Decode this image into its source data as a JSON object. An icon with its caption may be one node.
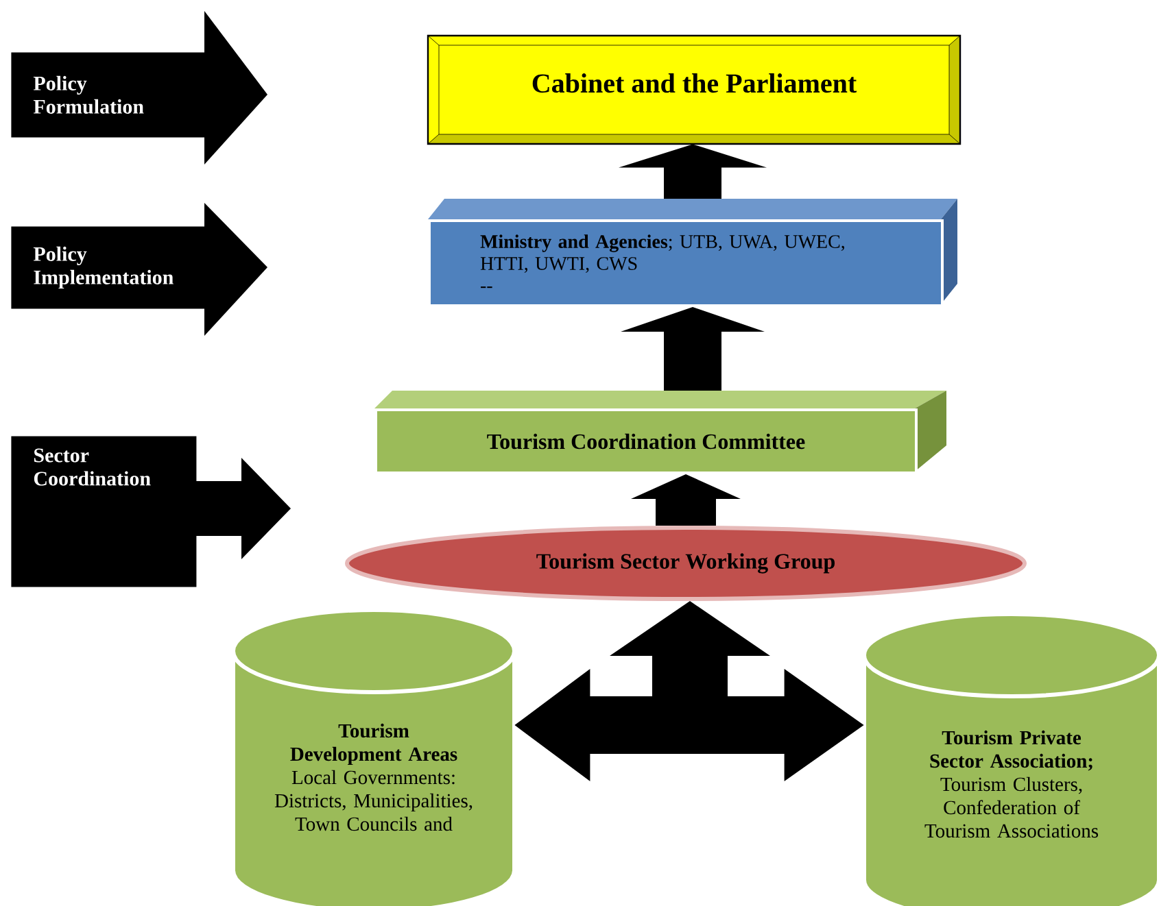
{
  "diagram": {
    "nodes": [
      {
        "text": [
          "Policy Formulation"
        ]
      },
      {
        "text": [
          "Policy Implementation"
        ]
      },
      {
        "text": [
          "Sector Coordination"
        ]
      },
      {
        "text": [
          "Cabinet and the Parliament"
        ]
      },
      {
        "text": [
          "**Ministry and Agencies**; UTB, UWA, UWEC, HTTI, UWTI, CWS",
          "--"
        ]
      },
      {
        "text": [
          "Tourism Coordination Committee"
        ]
      },
      {
        "text": [
          "Tourism Sector Working Group"
        ]
      },
      {
        "text": [
          "Tourism Development Areas",
          "Local Governments: Districts, Municipalities, Town Councils and"
        ]
      },
      {
        "text": [
          "Tourism Private Sector Association;",
          "Tourism Clusters, Confederation of Tourism Associations"
        ]
      }
    ],
    "edges": [
      {
        "from": 4,
        "to": 3,
        "arrow": "to"
      },
      {
        "from": 5,
        "to": 4,
        "arrow": "to"
      },
      {
        "from": 6,
        "to": 5,
        "arrow": "to"
      },
      {
        "from": 7,
        "to": 8,
        "arrow": "both"
      },
      {
        "from": null,
        "to": 6,
        "arrow": "to"
      }
    ]
  }
}
